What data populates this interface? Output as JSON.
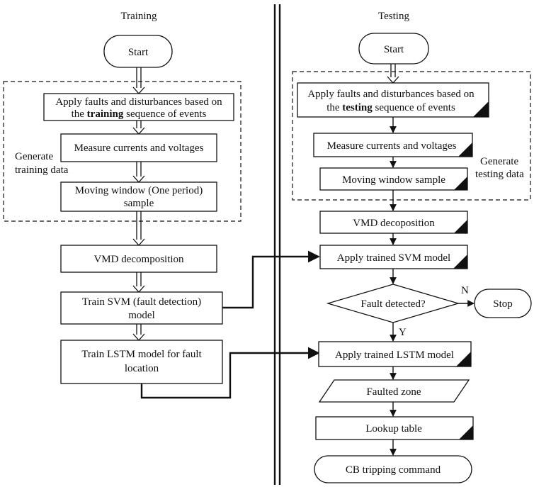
{
  "columns": {
    "training": "Training",
    "testing": "Testing"
  },
  "training": {
    "start": "Start",
    "apply_faults": {
      "line1": "Apply faults and disturbances based on",
      "pre": "the ",
      "bold": "training",
      "post": " sequence of events"
    },
    "measure": "Measure currents and voltages",
    "moving_window": {
      "line1": "Moving window (One period)",
      "line2": "sample"
    },
    "group_label": {
      "line1": "Generate",
      "line2": "training data"
    },
    "vmd": "VMD decomposition",
    "train_svm": {
      "line1": "Train SVM (fault detection)",
      "line2": "model"
    },
    "train_lstm": {
      "line1": "Train LSTM model for fault",
      "line2": "location"
    }
  },
  "testing": {
    "start": "Start",
    "apply_faults": {
      "line1": "Apply faults and disturbances based on",
      "pre": "the ",
      "bold": "testing",
      "post": " sequence of events"
    },
    "measure": "Measure currents and voltages",
    "moving_window": "Moving window sample",
    "group_label": {
      "line1": "Generate",
      "line2": "testing data"
    },
    "vmd": "VMD decoposition",
    "apply_svm": "Apply trained SVM model",
    "decision": "Fault detected?",
    "yes_label": "Y",
    "no_label": "N",
    "stop": "Stop",
    "apply_lstm": "Apply trained LSTM model",
    "faulted_zone": "Faulted zone",
    "lookup": "Lookup table",
    "cb": "CB tripping command"
  }
}
